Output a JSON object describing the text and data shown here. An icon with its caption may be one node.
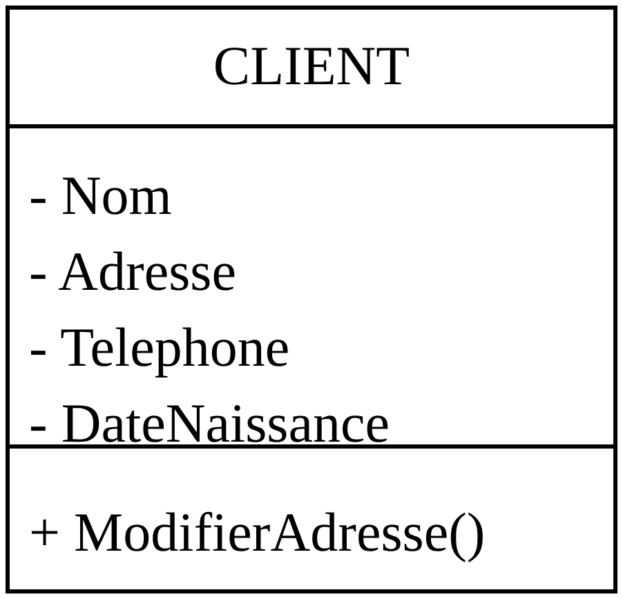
{
  "diagram": {
    "nodes": [
      {
        "text": [
          "CLIENT",
          "- Nom",
          "- Adresse",
          "- Telephone",
          "- DateNaissance",
          "+ ModifierAdresse()"
        ]
      }
    ]
  }
}
